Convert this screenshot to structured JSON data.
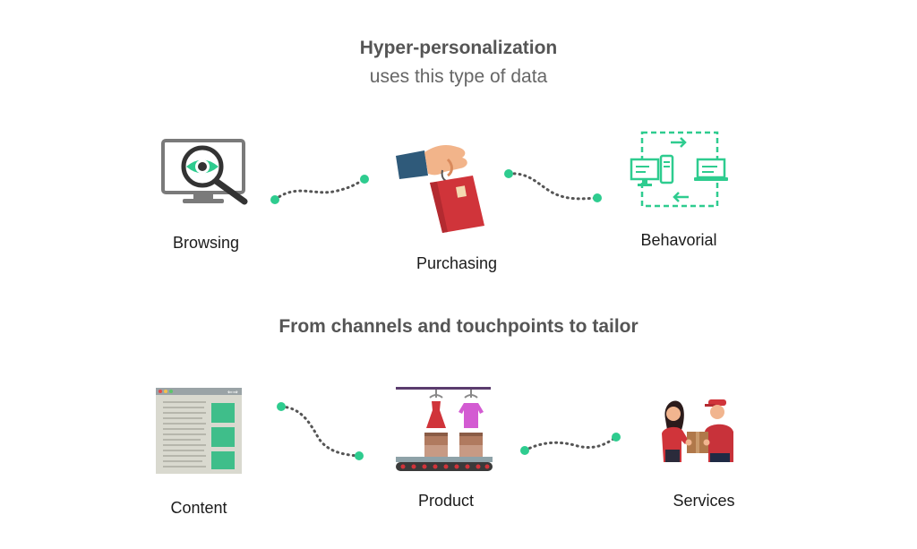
{
  "heading": {
    "title": "Hyper-personalization",
    "subtitle": "uses this type of data"
  },
  "row1": {
    "items": [
      {
        "label": "Browsing",
        "icon": "browsing-monitor-eye-icon"
      },
      {
        "label": "Purchasing",
        "icon": "hand-shopping-bag-icon"
      },
      {
        "label": "Behavorial",
        "icon": "devices-network-cycle-icon"
      }
    ]
  },
  "section2": {
    "title": "From channels and touchpoints to tailor"
  },
  "row2": {
    "items": [
      {
        "label": "Content",
        "icon": "webpage-content-icon"
      },
      {
        "label": "Product",
        "icon": "clothing-conveyor-icon"
      },
      {
        "label": "Services",
        "icon": "customer-service-delivery-icon"
      }
    ]
  },
  "colors": {
    "accent_green": "#2ecc8f",
    "dot_gray": "#555555",
    "icon_gray": "#7a7a7a",
    "bag_red": "#d0343a"
  }
}
